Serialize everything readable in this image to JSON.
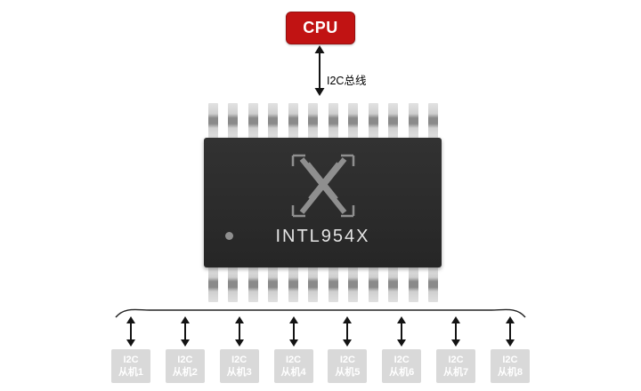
{
  "cpu": {
    "label": "CPU"
  },
  "bus": {
    "label": "I2C总线"
  },
  "chip": {
    "name": "INTL954X"
  },
  "slaves": [
    {
      "line1": "I2C",
      "line2": "从机1"
    },
    {
      "line1": "I2C",
      "line2": "从机2"
    },
    {
      "line1": "I2C",
      "line2": "从机3"
    },
    {
      "line1": "I2C",
      "line2": "从机4"
    },
    {
      "line1": "I2C",
      "line2": "从机5"
    },
    {
      "line1": "I2C",
      "line2": "从机6"
    },
    {
      "line1": "I2C",
      "line2": "从机7"
    },
    {
      "line1": "I2C",
      "line2": "从机8"
    }
  ],
  "colors": {
    "cpu_bg": "#c11313",
    "chip_bg": "#2b2b2b",
    "chip_text": "#e4e4e4",
    "slave_bg": "#d9d9d9",
    "slave_text": "#ffffff",
    "arrow": "#141414"
  }
}
